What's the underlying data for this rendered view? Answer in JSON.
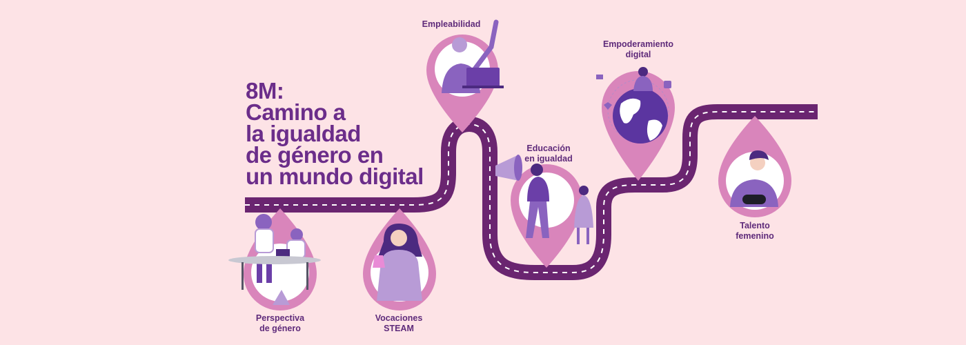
{
  "title": {
    "line1": "8M:",
    "line2": "Camino a",
    "line3": "la igualdad",
    "line4": "de género en",
    "line5": "un mundo digital"
  },
  "milestones": {
    "empleabilidad": {
      "line1": "Empleabilidad"
    },
    "empoderamiento": {
      "line1": "Empoderamiento",
      "line2": "digital"
    },
    "educacion": {
      "line1": "Educación",
      "line2": "en igualdad"
    },
    "perspectiva": {
      "line1": "Perspectiva",
      "line2": "de género"
    },
    "vocaciones": {
      "line1": "Vocaciones",
      "line2": "STEAM"
    },
    "talento": {
      "line1": "Talento",
      "line2": "femenino"
    }
  },
  "colors": {
    "background": "#fde3e6",
    "road": "#6a2570",
    "road_dash": "#ffffff",
    "pin": "#d985bb",
    "pin_inner": "#ffffff",
    "figure": "#8a63bf",
    "title": "#6b2d8a",
    "label": "#5e2a7a"
  },
  "icons": [
    "map-pin-icon",
    "woman-laptop-icon",
    "globe-icon",
    "megaphone-icon",
    "woman-flask-icon",
    "woman-controller-icon",
    "meeting-table-icon"
  ]
}
